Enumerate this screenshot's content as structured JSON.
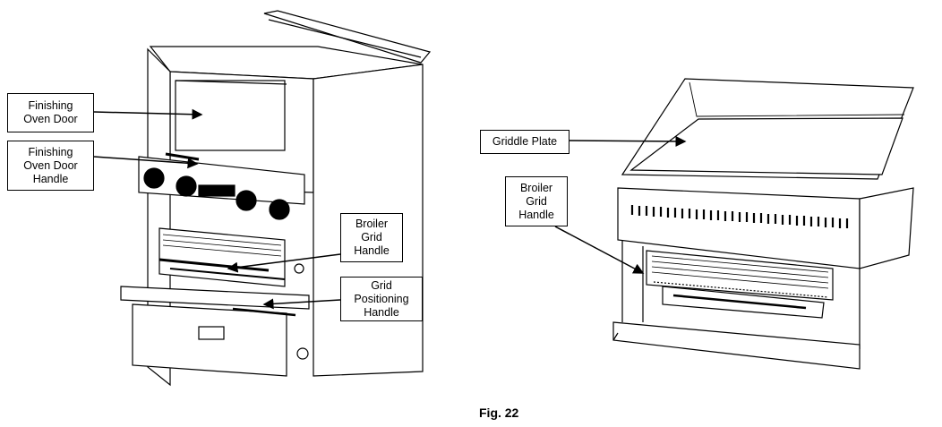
{
  "labels": {
    "finishing_oven_door": [
      "Finishing",
      "Oven Door"
    ],
    "finishing_oven_door_handle": [
      "Finishing",
      "Oven Door",
      "Handle"
    ],
    "broiler_grid_handle_left": [
      "Broiler",
      "Grid",
      "Handle"
    ],
    "grid_positioning_handle": [
      "Grid",
      "Positioning",
      "Handle"
    ],
    "griddle_plate": [
      "Griddle Plate"
    ],
    "broiler_grid_handle_right": [
      "Broiler",
      "Grid",
      "Handle"
    ]
  },
  "caption": "Fig. 22"
}
